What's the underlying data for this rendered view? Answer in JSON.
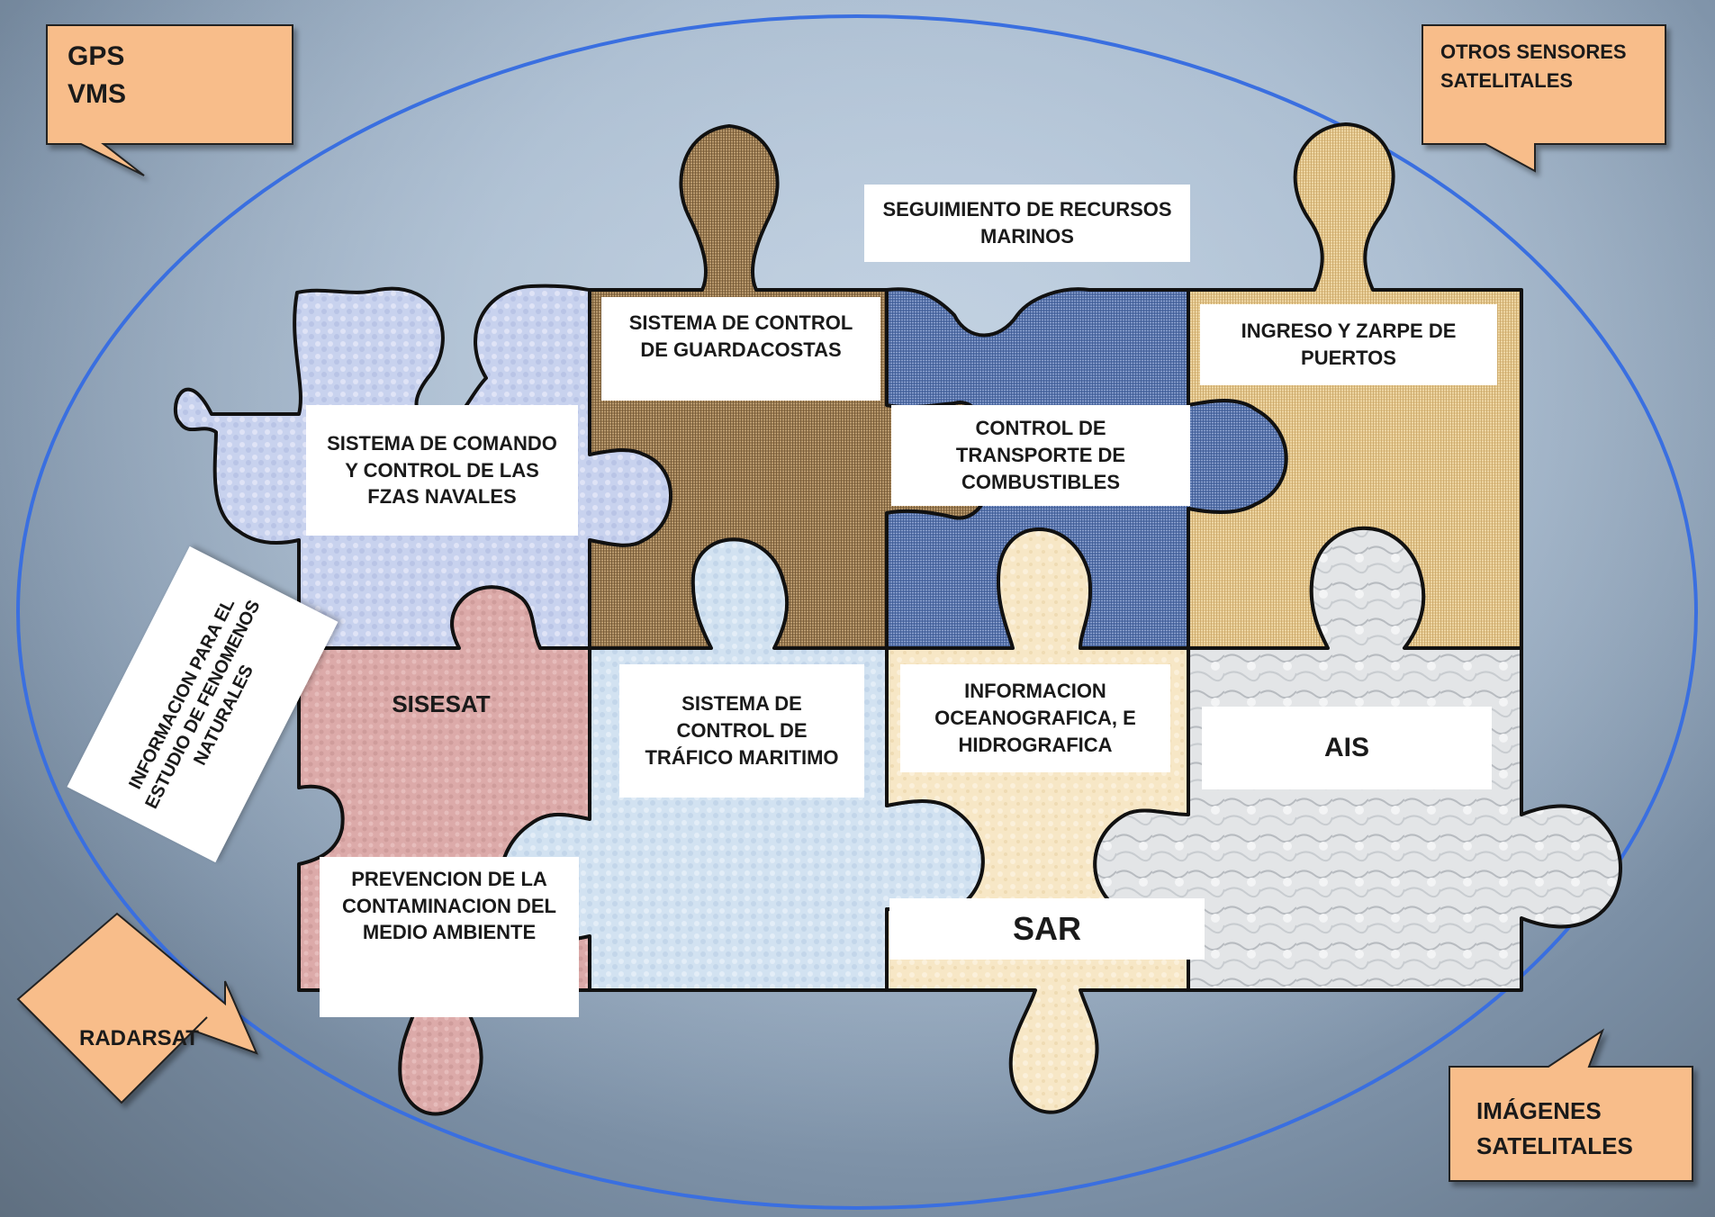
{
  "labels": {
    "seguimiento": "SEGUIMIENTO DE RECURSOS\nMARINOS",
    "guardacostas": "SISTEMA DE CONTROL\nDE GUARDACOSTAS",
    "ingreso": "INGRESO Y ZARPE DE\nPUERTOS",
    "comando": "SISTEMA DE COMANDO\nY CONTROL DE LAS\nFZAS NAVALES",
    "combustibles": "CONTROL DE\nTRANSPORTE DE\nCOMBUSTIBLES",
    "sisesat": "SISESAT",
    "trafico": "SISTEMA DE\nCONTROL DE\nTRÁFICO MARITIMO",
    "oceanografica": "INFORMACION\nOCEANOGRAFICA,  E\nHIDROGRAFICA",
    "ais": "AIS",
    "prevencion": "PREVENCION DE LA\nCONTAMINACION DEL\nMEDIO AMBIENTE",
    "sar": "SAR",
    "fenomenos": "INFORMACION PARA EL\nESTUDIO DE FENOMENOS\nNATURALES"
  },
  "callouts": {
    "gps": "GPS\nVMS",
    "otros": "OTROS SENSORES\nSATELITALES",
    "radarsat": "RADARSAT",
    "imagenes": "IMÁGENES\nSATELITALES"
  },
  "colors": {
    "callout": "#f8bd8a",
    "ellipse": "#3a6fe0",
    "blue_fabric": "#5a77b0",
    "burlap": "#9a7a52",
    "tan": "#e2c48a",
    "pink": "#d9a9a9",
    "light_blue": "#cfe0f0",
    "lavender": "#c9d2ec",
    "cream": "#f6e6c4",
    "marble": "#d8dadc"
  }
}
